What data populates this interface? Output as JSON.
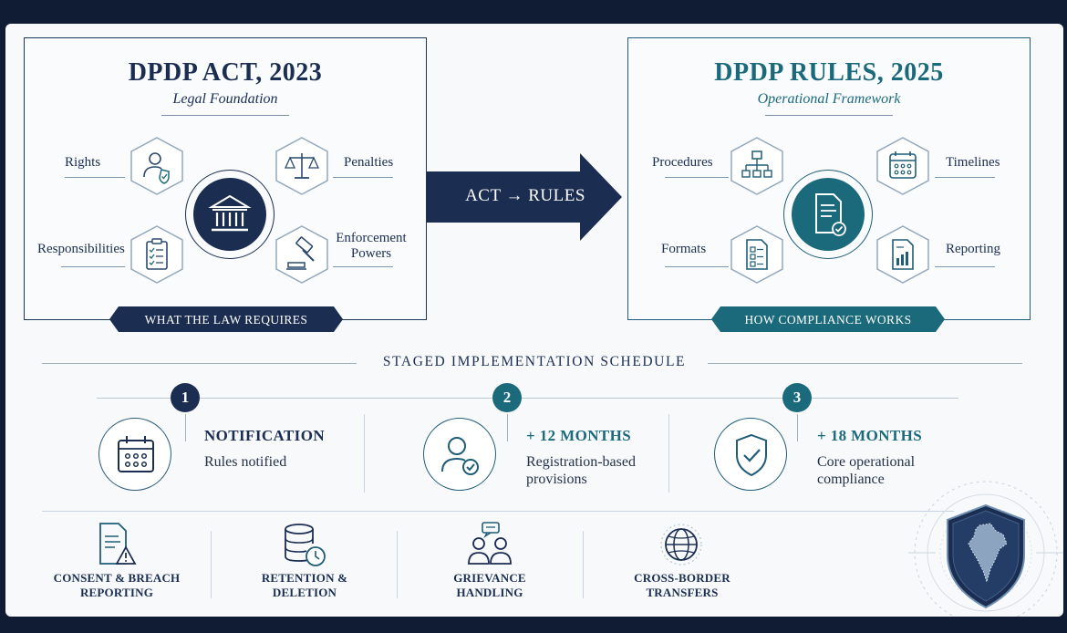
{
  "act_panel": {
    "title": "DPDP ACT, 2023",
    "subtitle": "Legal Foundation",
    "items": {
      "rights": "Rights",
      "penalties": "Penalties",
      "responsibilities": "Responsibilities",
      "enforcement_line1": "Enforcement",
      "enforcement_line2": "Powers"
    },
    "banner": "WHAT THE LAW REQUIRES",
    "core_icon": "courthouse-icon"
  },
  "transition": {
    "label": "ACT → RULES"
  },
  "rules_panel": {
    "title": "DPDP RULES, 2025",
    "subtitle": "Operational Framework",
    "items": {
      "procedures": "Procedures",
      "timelines": "Timelines",
      "formats": "Formats",
      "reporting": "Reporting"
    },
    "banner": "HOW COMPLIANCE WORKS",
    "core_icon": "document-check-icon"
  },
  "schedule": {
    "title": "STAGED IMPLEMENTATION SCHEDULE",
    "steps": [
      {
        "number": "1",
        "heading": "NOTIFICATION",
        "desc_line1": "Rules notified",
        "desc_line2": "",
        "icon": "calendar-icon"
      },
      {
        "number": "2",
        "heading": "+ 12 MONTHS",
        "desc_line1": "Registration-based",
        "desc_line2": "provisions",
        "icon": "user-check-icon"
      },
      {
        "number": "3",
        "heading": "+ 18 MONTHS",
        "desc_line1": "Core operational",
        "desc_line2": "compliance",
        "icon": "shield-check-icon"
      }
    ]
  },
  "features": [
    {
      "line1": "CONSENT & BREACH",
      "line2": "REPORTING",
      "icon": "document-warning-icon"
    },
    {
      "line1": "RETENTION &",
      "line2": "DELETION",
      "icon": "database-clock-icon"
    },
    {
      "line1": "GRIEVANCE",
      "line2": "HANDLING",
      "icon": "people-chat-icon"
    },
    {
      "line1": "CROSS-BORDER",
      "line2": "TRANSFERS",
      "icon": "globe-icon"
    }
  ],
  "emblem_icon": "india-shield-icon",
  "colors": {
    "navy": "#1b2e52",
    "teal": "#1b6a7c",
    "background": "#0f1c33"
  }
}
